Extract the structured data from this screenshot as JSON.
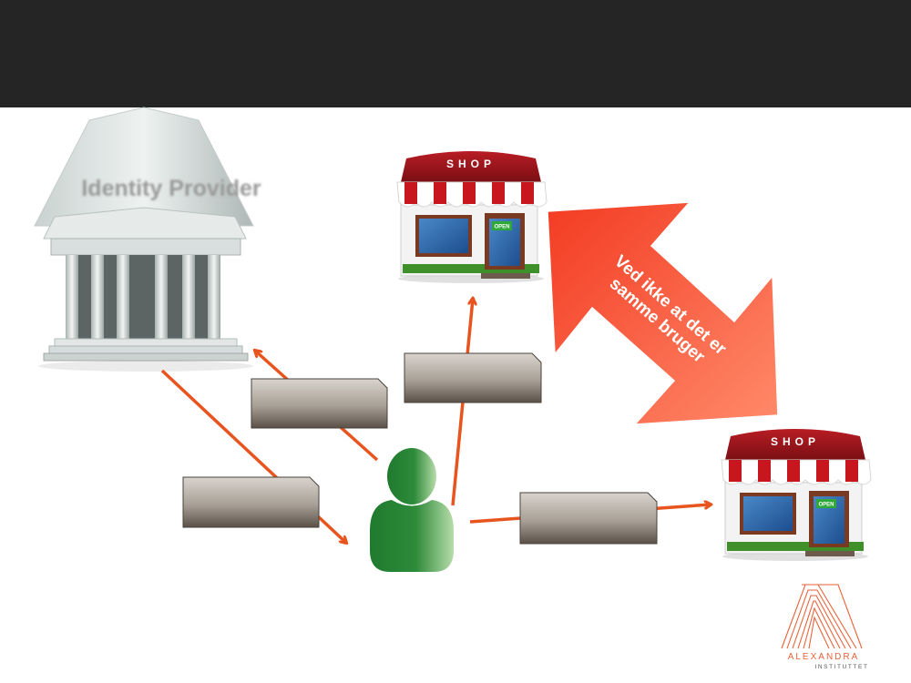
{
  "identity_provider": {
    "label": "Identity Provider"
  },
  "shops": [
    {
      "sign": "SHOP",
      "door_sign": "OPEN"
    },
    {
      "sign": "SHOP",
      "door_sign": "OPEN"
    }
  ],
  "warning": {
    "line1": "Ved ikke at det er",
    "line2": "samme bruger"
  },
  "logo": {
    "name": "ALEXANDRA",
    "subtitle": "INSTITUTTET"
  },
  "colors": {
    "title_bar": "#252525",
    "arrow": "#e8541e",
    "warning_arrow": "#f04a2c",
    "user": "#2e8b3a",
    "label_box": "#5a5048",
    "brand": "#e8623a"
  }
}
